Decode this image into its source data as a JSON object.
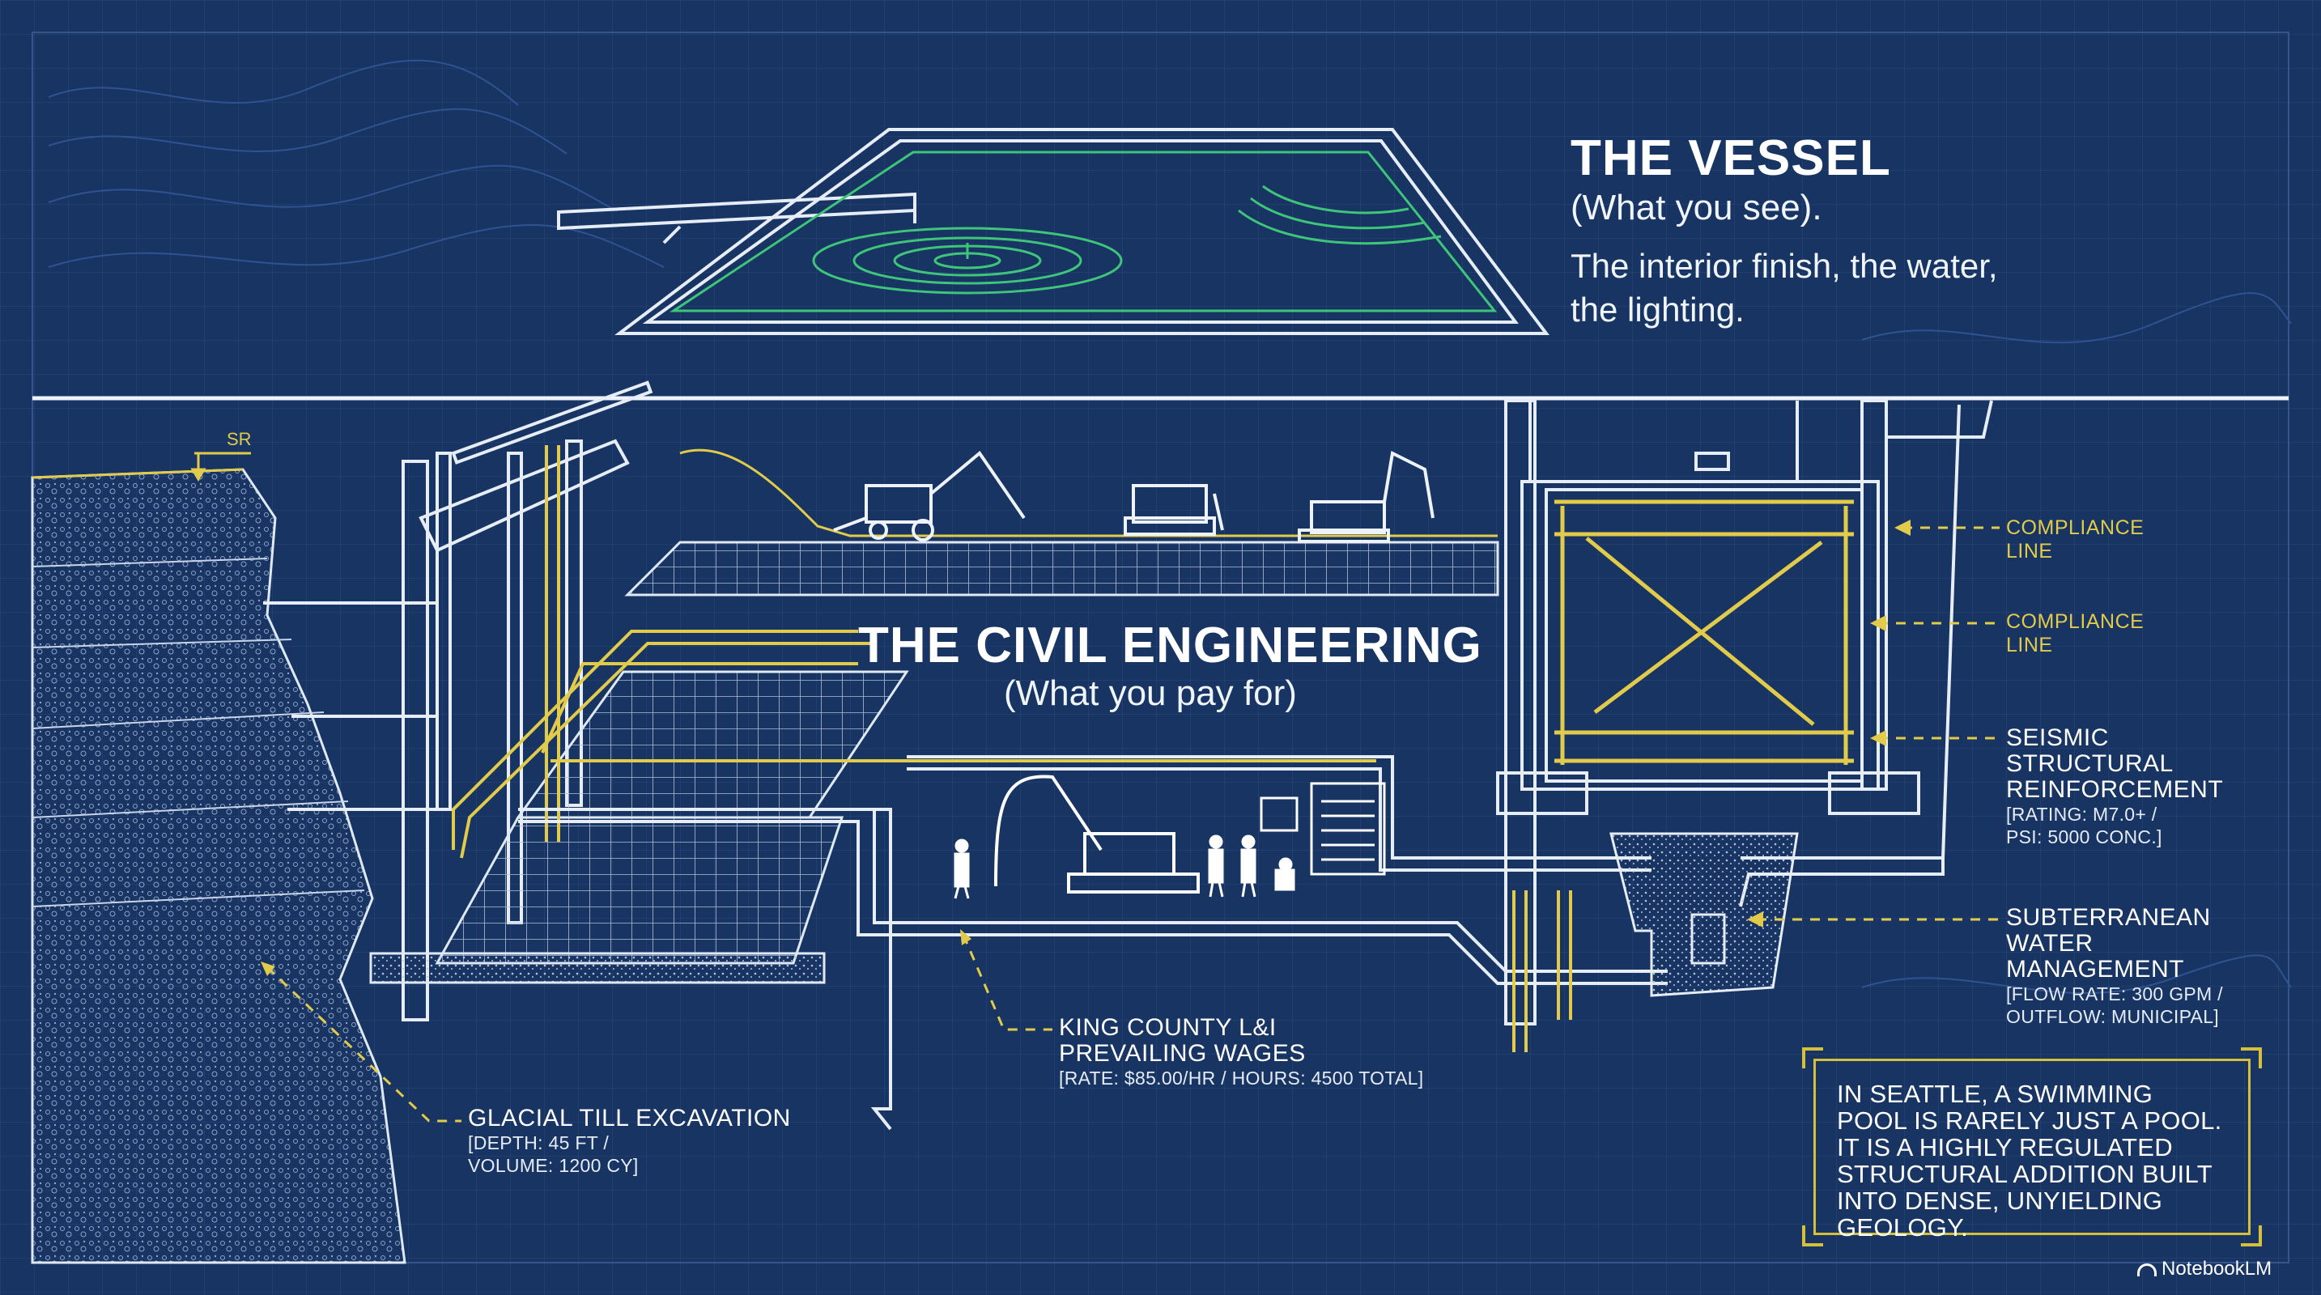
{
  "vessel": {
    "title": "THE VESSEL",
    "subtitle": "(What you see).",
    "description": "The interior finish, the water, the lighting."
  },
  "civil": {
    "title": "THE CIVIL ENGINEERING",
    "subtitle": "(What you pay for)"
  },
  "callouts": {
    "sr": "SR",
    "compliance_1": "COMPLIANCE LINE",
    "compliance_2": "COMPLIANCE LINE",
    "seismic_title": "SEISMIC STRUCTURAL REINFORCEMENT",
    "seismic_detail": "[RATING: M7.0+ / PSI: 5000 CONC.]",
    "water_title": "SUBTERRANEAN WATER MANAGEMENT",
    "water_detail": "[FLOW RATE: 300 GPM / OUTFLOW: MUNICIPAL]",
    "wages_title": "KING COUNTY L&I PREVAILING WAGES",
    "wages_detail": "[RATE: $85.00/HR / HOURS: 4500 TOTAL]",
    "glacial_title": "GLACIAL TILL EXCAVATION",
    "glacial_detail": "[DEPTH: 45 FT / VOLUME: 1200 CY]"
  },
  "note": "IN SEATTLE, A SWIMMING POOL IS RARELY JUST A POOL. IT IS A HIGHLY REGULATED STRUCTURAL ADDITION BUILT INTO DENSE, UNYIELDING GEOLOGY.",
  "brand": "NotebookLM",
  "colors": {
    "background": "#173463",
    "line": "#dfe8f5",
    "accent_yellow": "#e2cb4a",
    "water_green": "#3fc57a"
  }
}
